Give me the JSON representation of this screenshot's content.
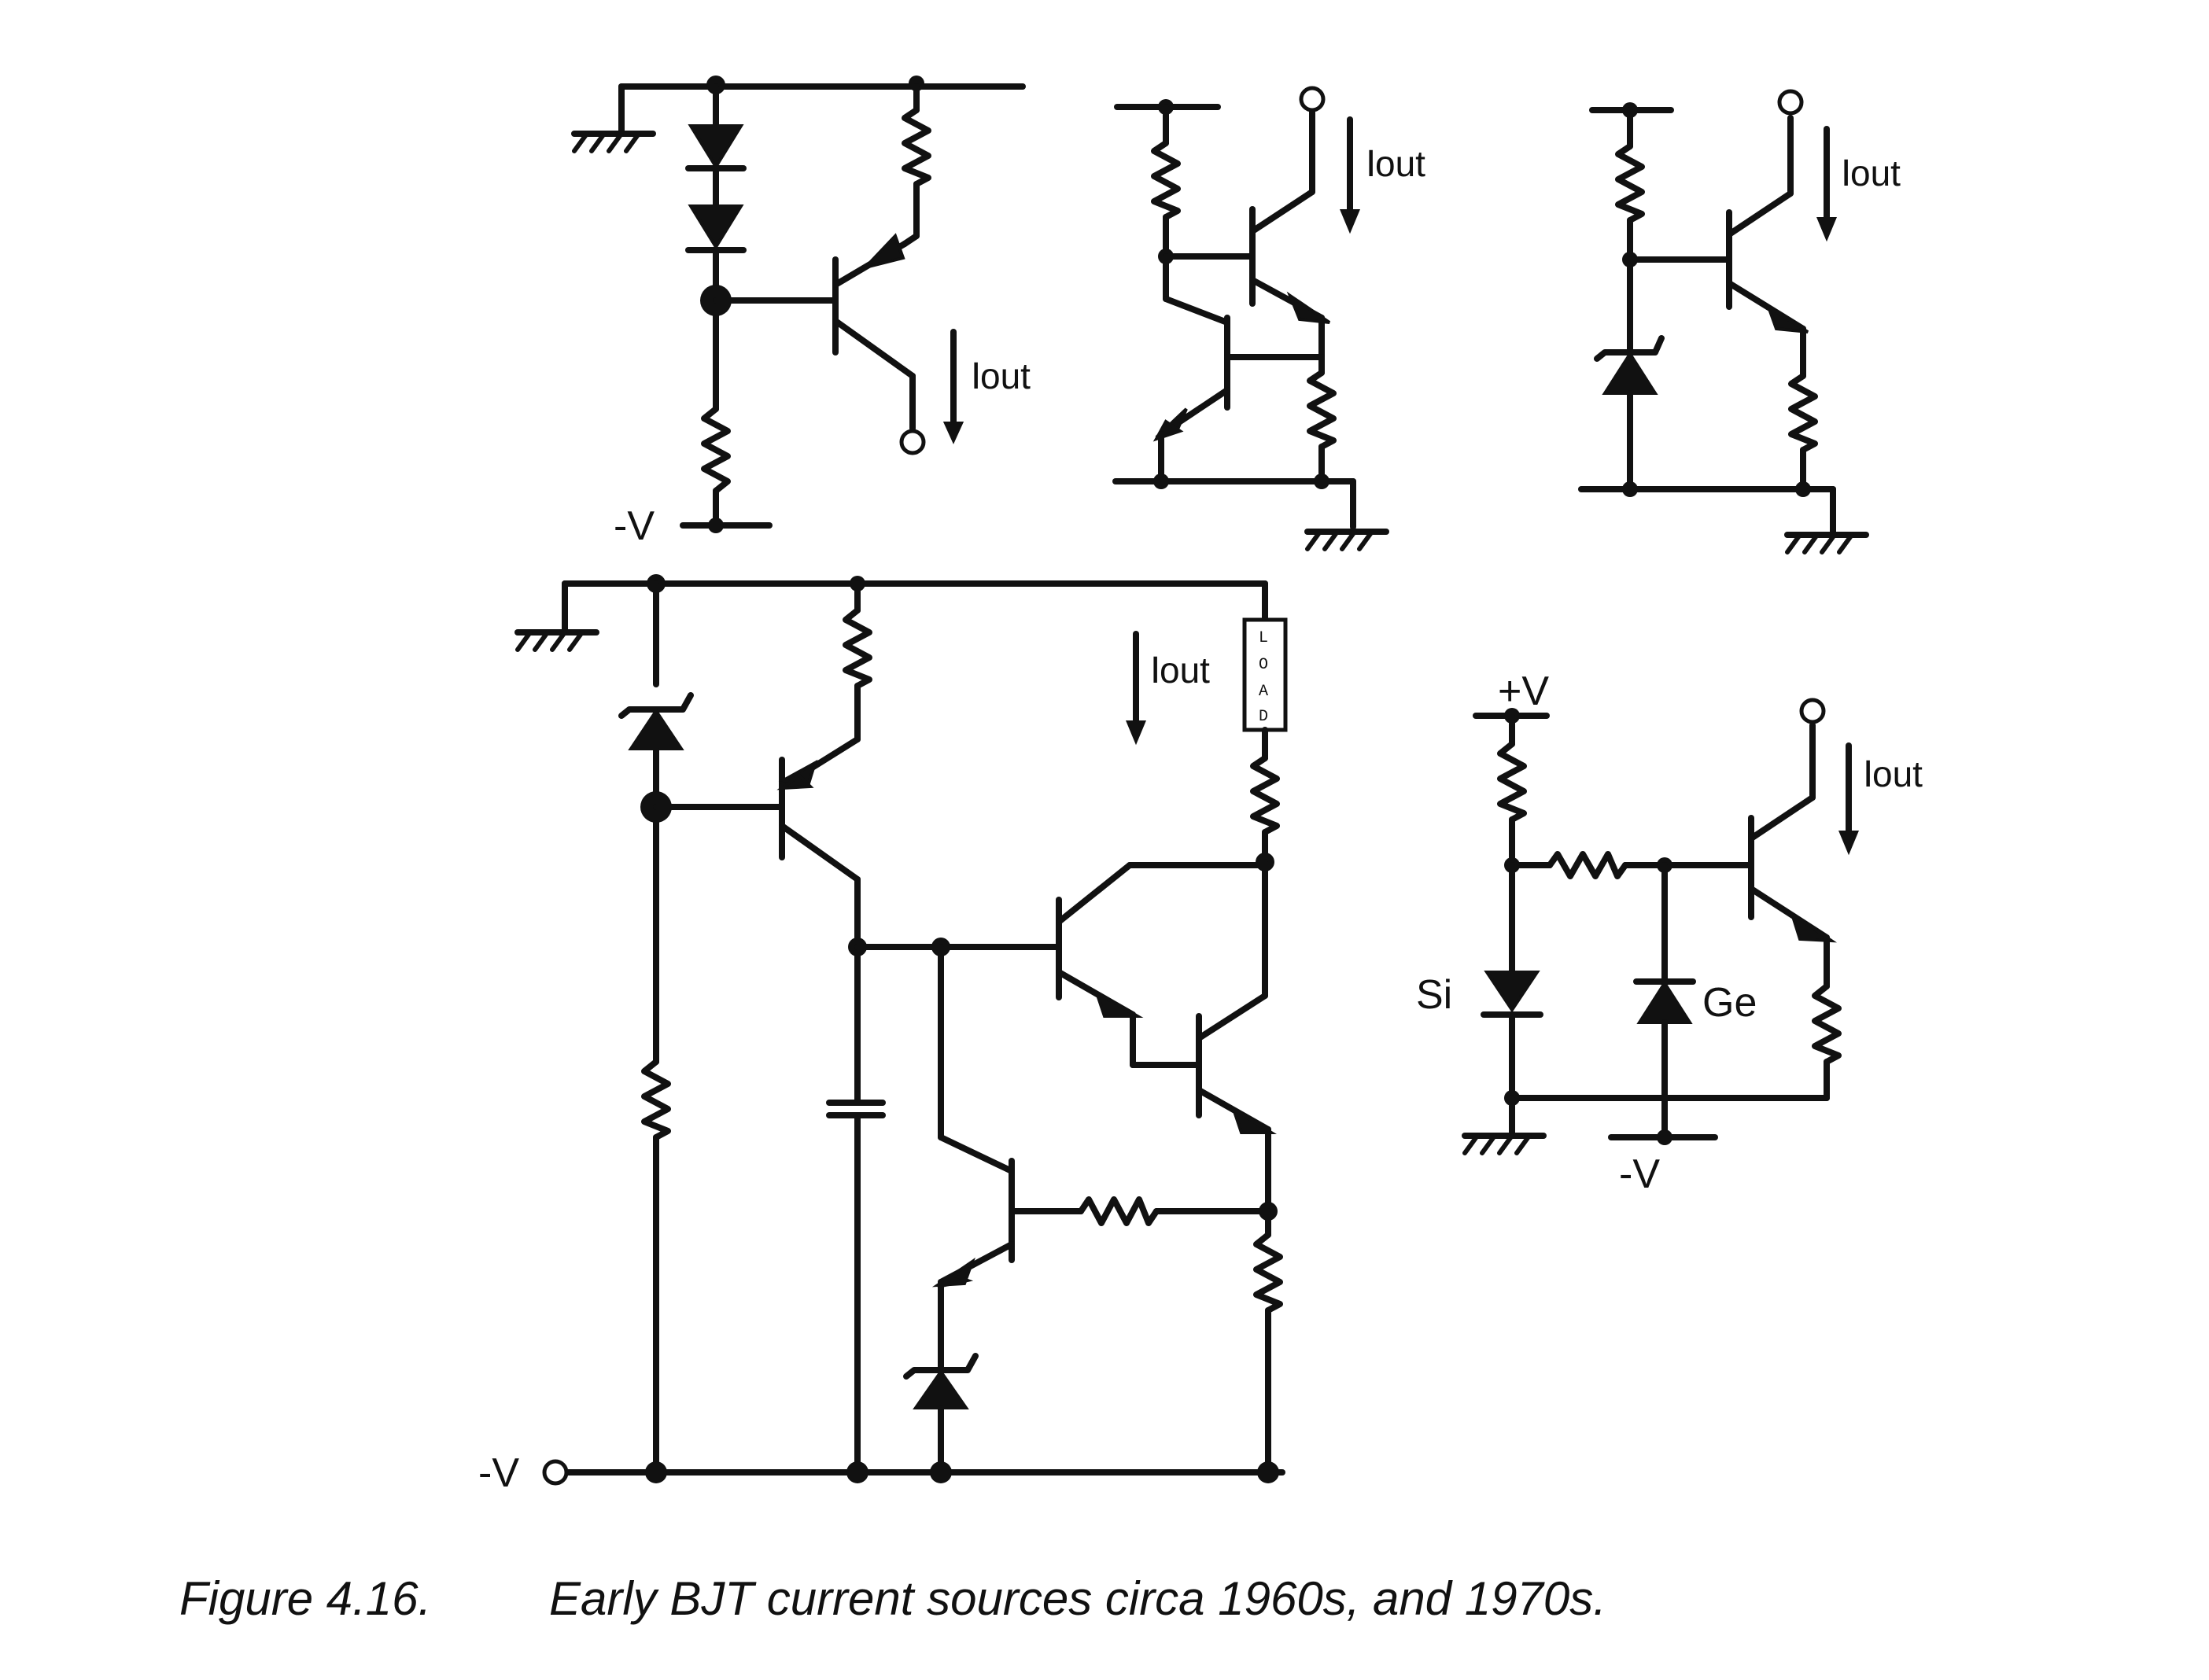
{
  "labels": {
    "neg_v": "-V",
    "pos_v": "+V",
    "iout_main": "I",
    "iout_sub": "out",
    "si": "Si",
    "ge": "Ge",
    "load": [
      "L",
      "O",
      "A",
      "D"
    ]
  },
  "caption": {
    "figure_number": "Figure 4.16.",
    "text": "Early BJT current sources circa 1960s, and 1970s."
  }
}
